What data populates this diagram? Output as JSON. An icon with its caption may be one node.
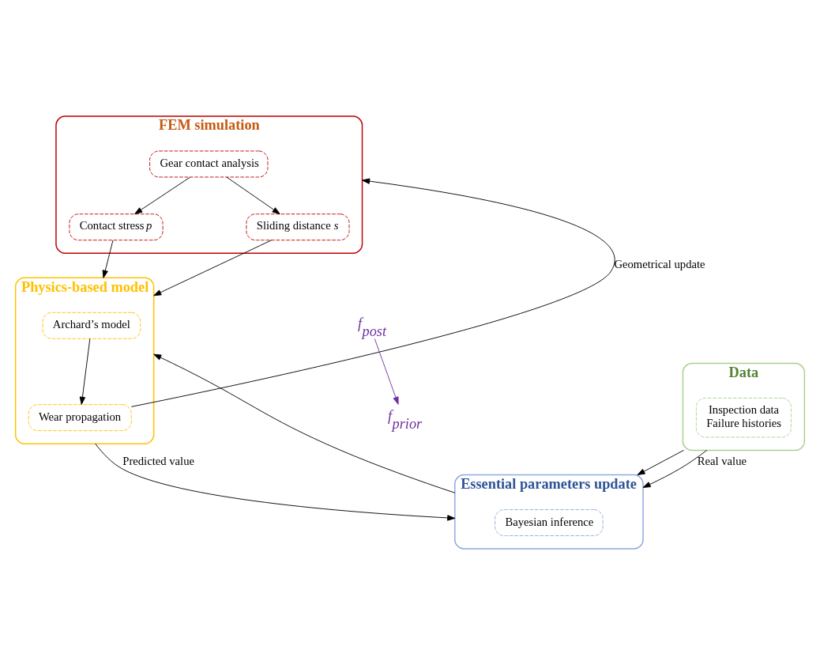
{
  "diagram": {
    "nodes": [
      {
        "text": [
          "FEM simulation"
        ]
      },
      {
        "text": [
          "Gear contact analysis"
        ],
        "in": 0
      },
      {
        "text": [
          "Contact stress *p*"
        ],
        "in": 0
      },
      {
        "text": [
          "Sliding distance *s*"
        ],
        "in": 0
      },
      {
        "text": [
          "Data"
        ]
      },
      {
        "text": [
          "Inspection data",
          "Failure histories"
        ],
        "in": 4
      },
      {
        "text": [
          "Physics-based model"
        ]
      },
      {
        "text": [
          "Archard’s model"
        ],
        "in": 6
      },
      {
        "text": [
          "Wear propagation"
        ],
        "in": 6
      },
      {
        "text": [
          "Essential parameters update"
        ]
      },
      {
        "text": [
          "Bayesian inference"
        ],
        "in": 9
      },
      {
        "text": [
          "f$_{prior}$"
        ]
      },
      {
        "text": [
          "f$_{post}$"
        ]
      }
    ],
    "edges": [
      {
        "from": 1,
        "to": 2,
        "arrow": "to"
      },
      {
        "from": 1,
        "to": 3,
        "arrow": "to"
      },
      {
        "from": 2,
        "to": 6,
        "arrow": "to"
      },
      {
        "from": 3,
        "to": 6,
        "arrow": "to"
      },
      {
        "from": 4,
        "to": 9,
        "arrow": "to"
      },
      {
        "from": 4,
        "to": 9,
        "arrow": "to",
        "label": "Real value"
      },
      {
        "from": 12,
        "to": 11,
        "arrow": "to",
        "color": "#7030a0"
      },
      {
        "from": 9,
        "to": 6,
        "arrow": "to"
      },
      {
        "from": 7,
        "to": 8,
        "arrow": "to"
      },
      {
        "from": 6,
        "to": 9,
        "arrow": "to",
        "label": "Predicted value"
      },
      {
        "from": 8,
        "to": 0,
        "arrow": "to",
        "label": "Geometrical update"
      }
    ]
  }
}
